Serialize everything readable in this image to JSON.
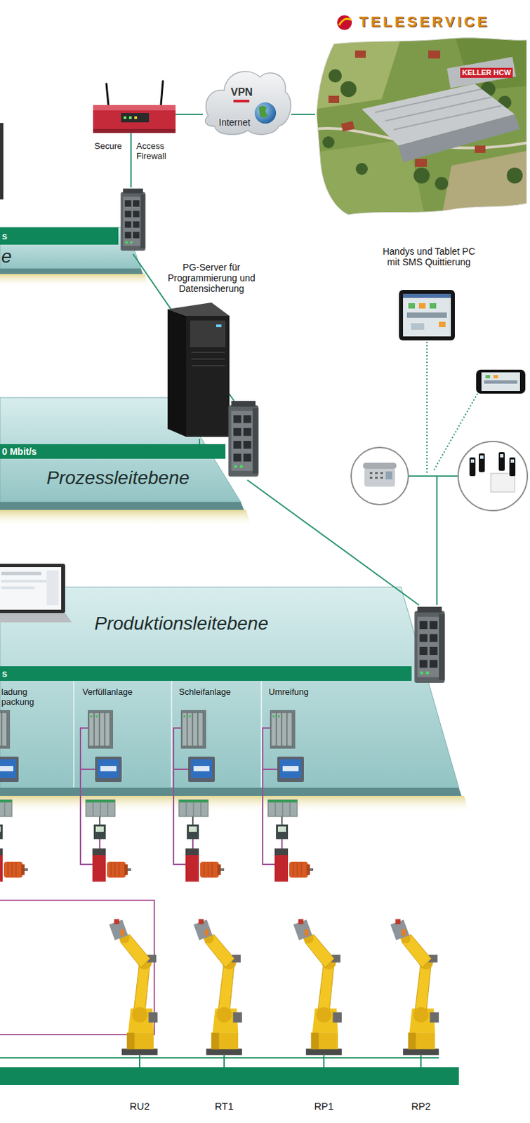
{
  "diagram": {
    "nodes": [
      {
        "text": [
          "TELESERVICE",
          "KELLER HCW"
        ]
      },
      {
        "text": [
          "Secure",
          "Access Firewall"
        ]
      },
      {
        "text": [
          "VPN",
          "Internet"
        ]
      },
      {
        "text": [
          "e"
        ]
      },
      {
        "text": [
          "s"
        ],
        "in": 3
      },
      {
        "text": [
          "PG-Server für Programmierung und Datensicherung"
        ]
      },
      {
        "text": [
          "Handys und Tablet PC mit SMS Quittierung"
        ]
      },
      {
        "text": [
          "Prozessleitebene"
        ]
      },
      {
        "text": [
          "0 Mbit/s"
        ],
        "in": 7
      },
      {
        "text": [
          "Produktionsleitebene"
        ]
      },
      {
        "text": [
          "s"
        ],
        "in": 9
      },
      {
        "text": [
          "ladung packung"
        ],
        "in": 9
      },
      {
        "text": [
          "Verfüllanlage"
        ],
        "in": 9
      },
      {
        "text": [
          "Schleifanlage"
        ],
        "in": 9
      },
      {
        "text": [
          "Umreifung"
        ],
        "in": 9
      },
      {
        "text": [
          "RU2"
        ]
      },
      {
        "text": [
          "RT1"
        ]
      },
      {
        "text": [
          "RP1"
        ]
      },
      {
        "text": [
          "RP2"
        ]
      }
    ],
    "edges": [
      {
        "from": 1,
        "to": 2,
        "arrow": "none"
      },
      {
        "from": 2,
        "to": 0,
        "arrow": "none"
      },
      {
        "from": 5,
        "to": 8,
        "arrow": "none"
      }
    ]
  }
}
